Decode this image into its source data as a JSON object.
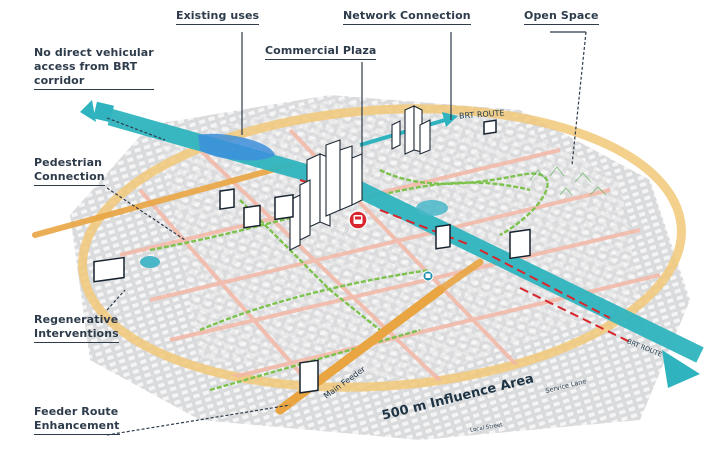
{
  "callouts": {
    "existing_uses": "Existing uses",
    "network_connection": "Network Connection",
    "open_space": "Open Space",
    "no_vehicular": [
      "No direct vehicular",
      "access from BRT",
      "corridor"
    ],
    "commercial_plaza": "Commercial Plaza",
    "pedestrian": [
      "Pedestrian",
      "Connection"
    ],
    "regenerative": [
      "Regenerative",
      "Interventions"
    ],
    "feeder": [
      "Feeder Route",
      "Enhancement"
    ]
  },
  "map_labels": {
    "brt_route_top": "BRT ROUTE",
    "brt_route_right": "BRT ROUTE",
    "influence_area": "500 m Influence Area",
    "main_feeder": "Main Feeder",
    "service_lane": "Service Lane",
    "local_street": "Local Street"
  },
  "colors": {
    "brt": "#2fb4bf",
    "influence_ring": "#f2c879",
    "feeder_road": "#e9a542",
    "green": "#7cc24c",
    "station": "#d8262c",
    "callout_text": "#2d3b4a",
    "road_pink": "#f3b7a5"
  },
  "icons": [
    "bus-station-icon",
    "bus-stop-icon"
  ]
}
